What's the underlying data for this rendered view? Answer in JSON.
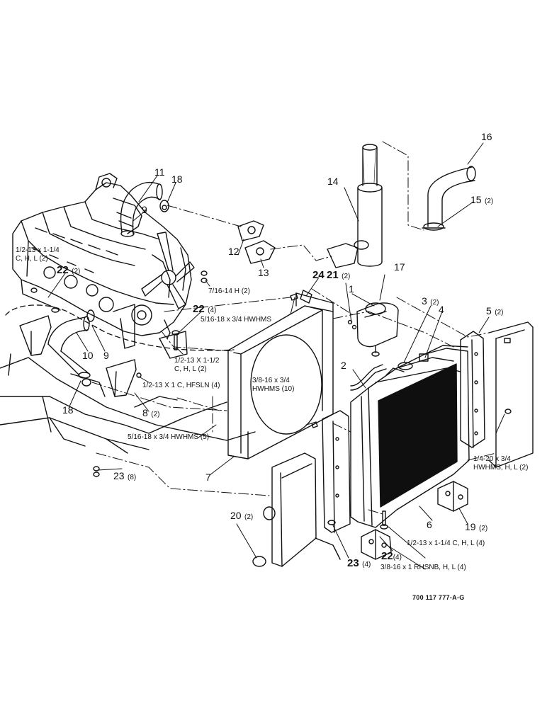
{
  "colors": {
    "ink": "#111111",
    "paper": "#ffffff",
    "core": "#0f0f0f"
  },
  "drawing_ref": "700 117 777-A-G",
  "callouts": [
    {
      "id": "p11",
      "num": "11",
      "qty": ""
    },
    {
      "id": "p18a",
      "num": "18",
      "qty": ""
    },
    {
      "id": "p9a",
      "num": "9",
      "qty": ""
    },
    {
      "id": "p14",
      "num": "14",
      "qty": ""
    },
    {
      "id": "p16",
      "num": "16",
      "qty": ""
    },
    {
      "id": "p15",
      "num": "15",
      "qty": "(2)"
    },
    {
      "id": "p12",
      "num": "12",
      "qty": ""
    },
    {
      "id": "p13",
      "num": "13",
      "qty": ""
    },
    {
      "id": "p22a",
      "num": "22",
      "qty": "(2)"
    },
    {
      "id": "p24",
      "num": "24",
      "qty": ""
    },
    {
      "id": "p21",
      "num": "21",
      "qty": "(2)"
    },
    {
      "id": "p17",
      "num": "17",
      "qty": ""
    },
    {
      "id": "p1",
      "num": "1",
      "qty": ""
    },
    {
      "id": "p3",
      "num": "3",
      "qty": "(2)"
    },
    {
      "id": "p4",
      "num": "4",
      "qty": ""
    },
    {
      "id": "p5",
      "num": "5",
      "qty": "(2)"
    },
    {
      "id": "p22b",
      "num": "22",
      "qty": "(4)"
    },
    {
      "id": "p10",
      "num": "10",
      "qty": ""
    },
    {
      "id": "p9b",
      "num": "9",
      "qty": ""
    },
    {
      "id": "p2",
      "num": "2",
      "qty": ""
    },
    {
      "id": "p18b",
      "num": "18",
      "qty": ""
    },
    {
      "id": "p8",
      "num": "8",
      "qty": "(2)"
    },
    {
      "id": "p23a",
      "num": "23",
      "qty": "(8)"
    },
    {
      "id": "p7",
      "num": "7",
      "qty": ""
    },
    {
      "id": "p20",
      "num": "20",
      "qty": "(2)"
    },
    {
      "id": "p6",
      "num": "6",
      "qty": ""
    },
    {
      "id": "p19",
      "num": "19",
      "qty": "(2)"
    },
    {
      "id": "p23b",
      "num": "23",
      "qty": "(4)"
    },
    {
      "id": "p22c",
      "num": "22",
      "qty": "(4)"
    }
  ],
  "notes": {
    "n_half_114_left": [
      "1/2-13 x 1-1/4",
      "C, H, L (2)"
    ],
    "n_716": [
      "7/16-14 H (2)"
    ],
    "n_516_hwhms": [
      "5/16-18 x 3/4 HWHMS"
    ],
    "n_half_112": [
      "1/2-13 X 1-1/2",
      "C, H, L (2)"
    ],
    "n_half_1c": [
      "1/2-13 X 1 C, HFSLN (4)"
    ],
    "n_38_hwhms": [
      "3/8-16 x 3/4",
      "HWHMS (10)"
    ],
    "n_516_5": [
      "5/16-18 x 3/4 HWHMS (5)"
    ],
    "n_14_20": [
      "1/4-20 x 3/4",
      "HWHMS, H, L (2)"
    ],
    "n_half_114_right": [
      "1/2-13 x 1-1/4 C, H, L  (4)"
    ],
    "n_38_rhsnb": [
      "3/8-16 x 1 RHSNB, H, L  (4)"
    ]
  }
}
